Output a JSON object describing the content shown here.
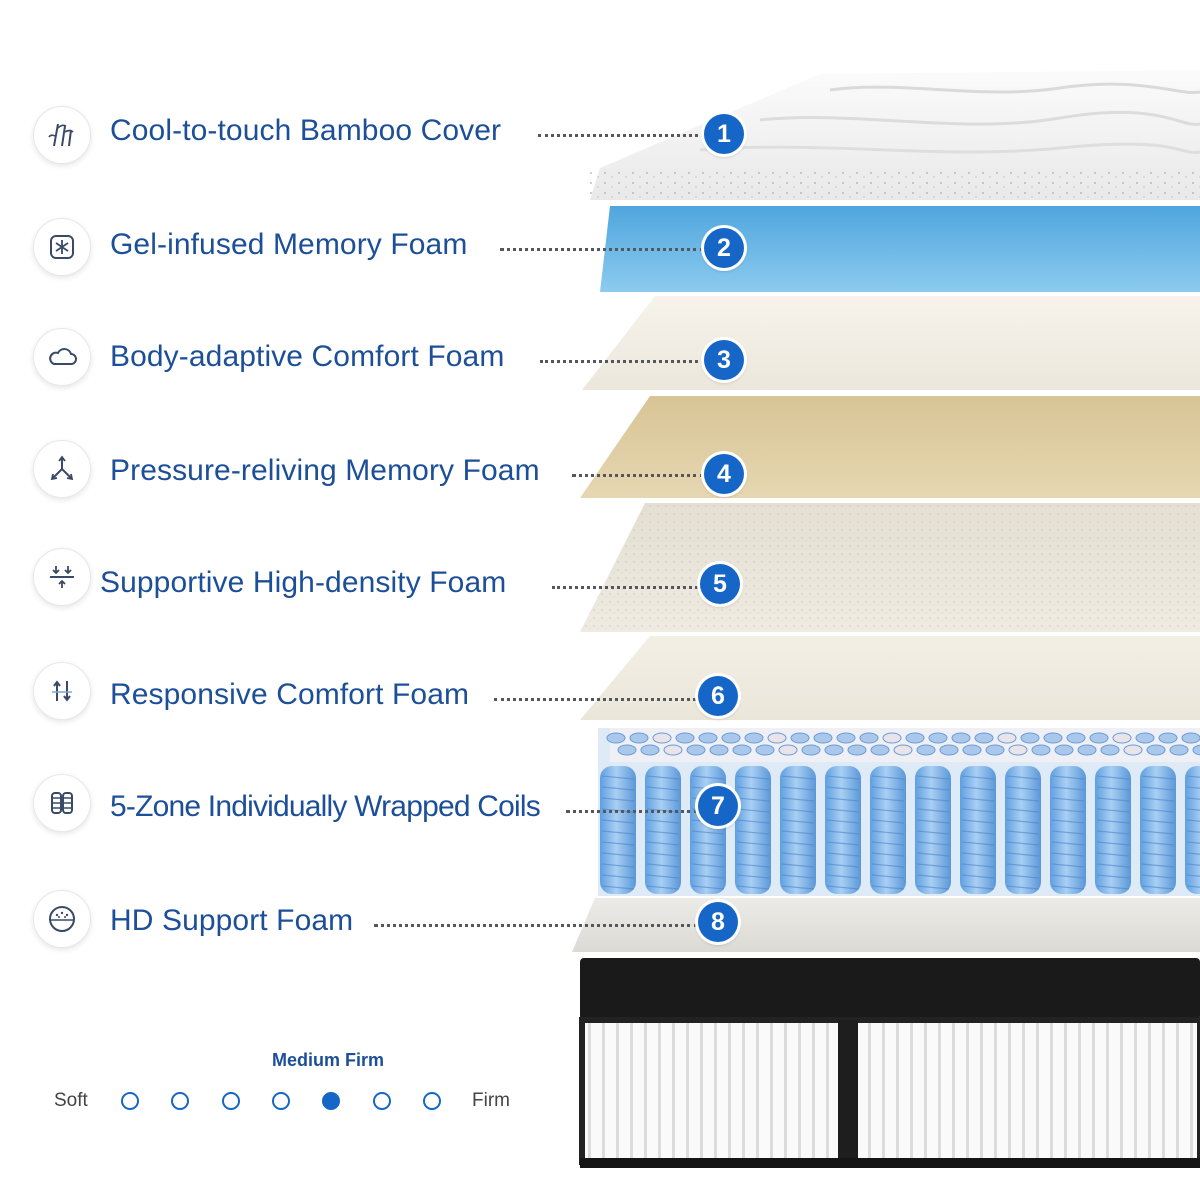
{
  "layers": [
    {
      "number": "1",
      "label": "Cool-to-touch Bamboo Cover",
      "icon": "bamboo-icon"
    },
    {
      "number": "2",
      "label": "Gel-infused Memory Foam",
      "icon": "gel-snowflake-icon"
    },
    {
      "number": "3",
      "label": "Body-adaptive Comfort Foam",
      "icon": "cloud-icon"
    },
    {
      "number": "4",
      "label": "Pressure-reliving Memory Foam",
      "icon": "pressure-arrows-icon"
    },
    {
      "number": "5",
      "label": "Supportive High-density Foam",
      "icon": "compression-arrows-icon"
    },
    {
      "number": "6",
      "label": "Responsive Comfort Foam",
      "icon": "rebound-arrows-icon"
    },
    {
      "number": "7",
      "label": "5-Zone Individually Wrapped Coils",
      "icon": "coils-icon"
    },
    {
      "number": "8",
      "label": "HD Support Foam",
      "icon": "foam-block-icon"
    }
  ],
  "firmness": {
    "title": "Medium Firm",
    "soft_label": "Soft",
    "firm_label": "Firm",
    "level": 5,
    "scale_max": 7
  },
  "colors": {
    "accent": "#1566c6",
    "label_text": "#1c4f98",
    "gel_foam": "#5fb3e3",
    "memory_foam": "#d9c89c",
    "coils": "#8fbce9"
  }
}
